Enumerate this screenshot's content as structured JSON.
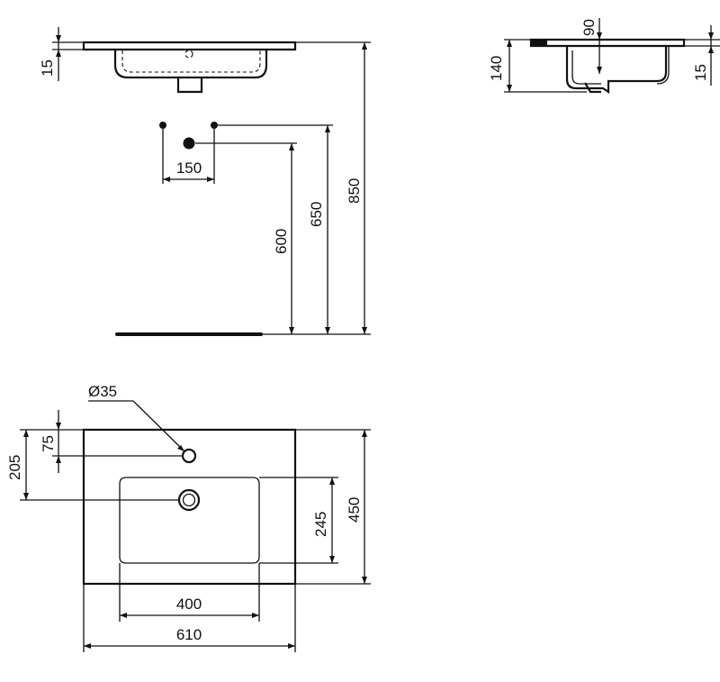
{
  "dimensions": {
    "side_top_thickness": "15",
    "tap_hole_spacing": "150",
    "waste_height": "600",
    "tap_height": "650",
    "overall_height": "850",
    "bowl_depth": "90",
    "section_depth": "140",
    "section_rim": "15",
    "tap_hole_diameter": "Ø35",
    "tap_hole_offset": "75",
    "waste_offset": "205",
    "bowl_length": "245",
    "overall_depth": "450",
    "bowl_width": "400",
    "overall_width": "610"
  }
}
